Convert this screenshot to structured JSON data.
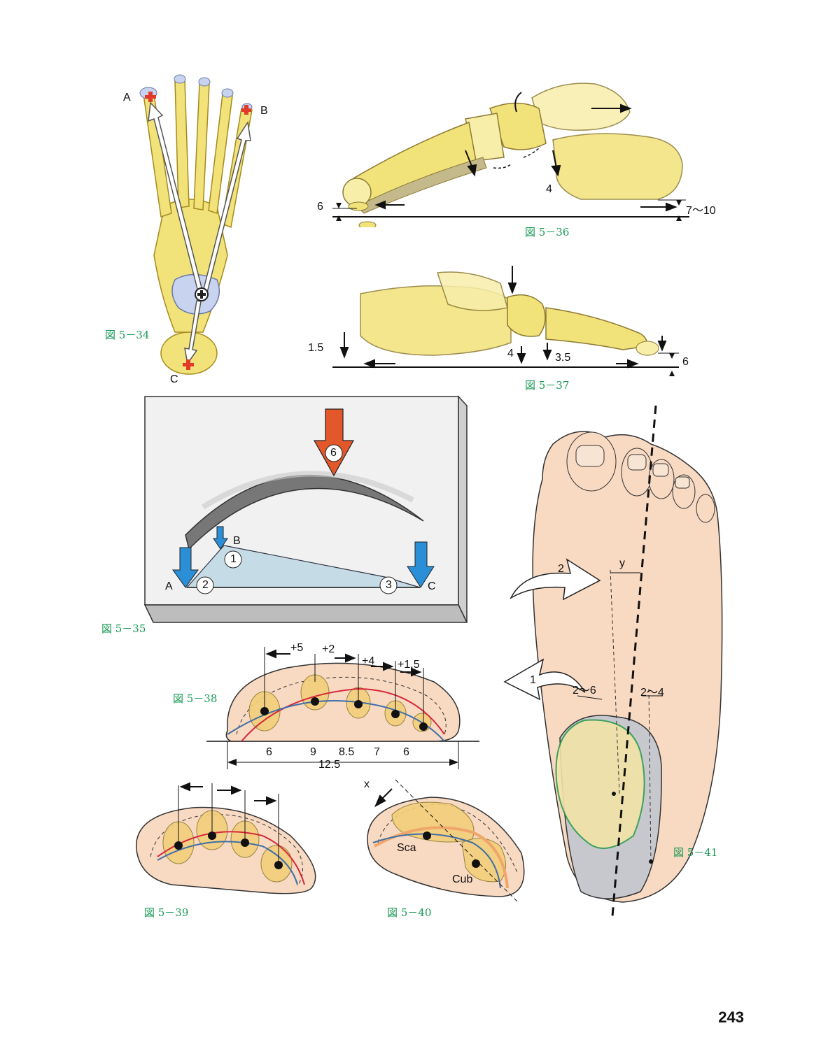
{
  "page_number": "243",
  "figures": {
    "fig_5_34": {
      "caption": "図 5－34",
      "labels": {
        "a": "A",
        "b": "B",
        "c": "C"
      }
    },
    "fig_5_35": {
      "caption": "図 5－35",
      "labels": {
        "a": "A",
        "b": "B",
        "c": "C",
        "n1": "1",
        "n2": "2",
        "n3": "3",
        "n6": "6"
      }
    },
    "fig_5_36": {
      "caption": "図 5－36",
      "labels": {
        "left": "6",
        "mid": "4",
        "right": "7～10"
      }
    },
    "fig_5_37": {
      "caption": "図 5－37",
      "labels": {
        "left": "1.5",
        "m1": "4",
        "m2": "3.5",
        "right": "6"
      }
    },
    "fig_5_38": {
      "caption": "図 5－38",
      "top_labels": [
        "+5",
        "+2",
        "+4",
        "+1.5"
      ],
      "bottom_labels": [
        "6",
        "9",
        "8.5",
        "7",
        "6"
      ],
      "total": "12.5"
    },
    "fig_5_39": {
      "caption": "図 5－39"
    },
    "fig_5_40": {
      "caption": "図 5－40",
      "labels": {
        "x": "x",
        "sca": "Sca",
        "cub": "Cub"
      }
    },
    "fig_5_41": {
      "caption": "図 5－41",
      "labels": {
        "arrow1": "1",
        "arrow2": "2",
        "y": "y",
        "angle1": "2～6",
        "angle2": "2～4"
      }
    }
  },
  "colors": {
    "caption": "#1a9a55",
    "bone": "#f2e27a",
    "bone_light": "#f7eeaa",
    "skin": "#f8d9c2",
    "orange_arrow": "#e2582a",
    "blue_arrow": "#2a8fd6",
    "triangle": "#c5dbe6"
  }
}
